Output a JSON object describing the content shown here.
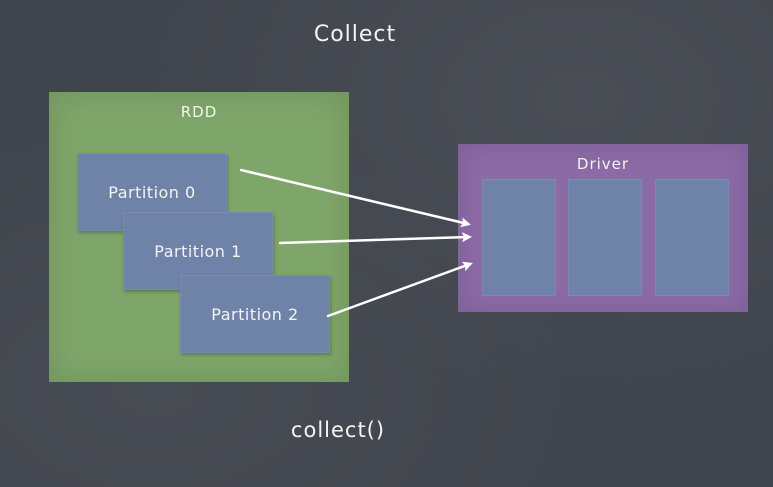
{
  "title": "Collect",
  "footer": "collect()",
  "rdd": {
    "label": "RDD",
    "partitions": [
      "Partition 0",
      "Partition 1",
      "Partition 2"
    ]
  },
  "driver": {
    "label": "Driver",
    "slot_count": 3
  },
  "colors": {
    "background": "#40444c",
    "rdd": "#7ea56a",
    "partition": "#6f82a8",
    "driver": "#8b6aa6",
    "text": "#f4f4f2",
    "arrow": "#ffffff"
  }
}
